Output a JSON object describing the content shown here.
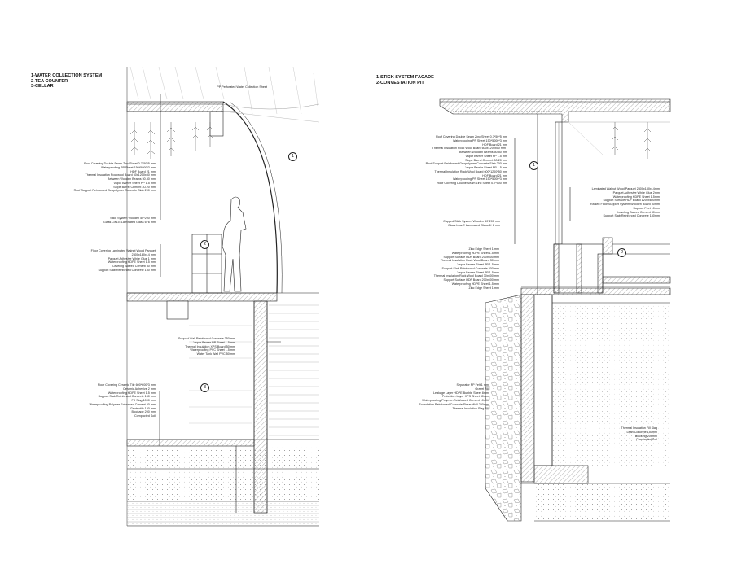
{
  "left": {
    "title": [
      "1-WATER COLLECTION SYSTEM",
      "2-TEA COUNTER",
      "3-CELLAR"
    ],
    "top_label": "PP Perforated Water Collection Sheet",
    "roof": [
      "Roof Covering Double Seam Zinc Sheet 0.7*50*5 mm",
      "Waterproofing PP Sheet 150*5000*3 mm",
      "HDF Board 21 mm",
      "Thermal Insulation Rockwool Board 60x1200x50 mm",
      "Between Wooden Beams 50.50 mm",
      "Vapor Barrier Sheet PP 1.5 mm",
      "Slope Barrel Cement 30-20 mm",
      "Roof Support Reinforced Geopolymer Concrete Slab 200 mm"
    ],
    "stick": [
      "Stick System Wooden 50*200 mm",
      "Glass Low-E Laminated Glass 6+6 mm"
    ],
    "floor": [
      "Floor Covering Laminated Walnut Wood Parquet",
      "2400x180x14 mm",
      "Parquet Adhesive White Glue 1 mm",
      "Waterproofing HDPE Sheet 1.5 mm",
      "Leveling Screed Cement 30 mm",
      "Support Slab Reinforced Concrete 150 mm"
    ],
    "wall": [
      "Support Wall Reinforced Concrete 350 mm",
      "Vapor Barrier PP Sheet 1.5 mm",
      "Thermal Insulation XPS Board 50 mm",
      "Waterproofing PVC Sheet 1.5 mm",
      "Water Tank Wall PVC 50 mm"
    ],
    "cellar": [
      "Floor Covering Ceramic Tile 600*600*3 mm",
      "Ceramic Adhesive 2 mm",
      "Waterproofing HDPE Sheet 1.5 mm",
      "Support Slab Reinforced Concrete 150 mm",
      "Fill Slag 1000 mm",
      "Waterproofing Polymer Enhanced Cement 50 mm",
      "Geotextile 150 mm",
      "Blockage 200 mm",
      "Compacted Soil"
    ],
    "markers": [
      "1",
      "2",
      "3"
    ]
  },
  "right": {
    "title": [
      "1-STICK SYSTEM FACADE",
      "2-CONVESTATION PIT"
    ],
    "roof": [
      "Roof Covering Double Seam Zinc Sheet 0.7*50*5 mm",
      "Waterproofing PP Sheet 150*5000*3 mm",
      "HDF Board 21 mm",
      "Thermal Insulation Rock Wool Board 600x1200x50 mm /",
      "Between Wooden Beams 50.50 mm",
      "Vapor Barrier Sheet PP 1.5 mm",
      "Slope Barrel Cement 30-20 mm",
      "Roof Support Reinforced Geopolymer Concrete Slab 200 mm",
      "Vapor Barrier Sheet PP 1.5 mm",
      "Thermal Insulation Rock Wool Board 600*1200*50 mm",
      "HDF Board 21 mm",
      "Waterproofing PP Sheet 150*5000*3 mm",
      "Roof Covering Double Seam Zinc Sheet 0.7*500 mm"
    ],
    "capped": [
      "Capped Stick System Wooden 50*200 mm",
      "Glass Low-E Laminated Glass 6+6 mm"
    ],
    "pit_wall": [
      "Zinc Edge Sheet 1 mm",
      "Waterproofing HDPE Sheet 1.5 mm",
      "Support Surface HDF Board 200x600 mm",
      "Thermal Insulation Rock Wool Board 30 mm",
      "Vapor Barrier Sheet PP 1.5 mm",
      "Support Slab Reinforced Concrete 200 mm",
      "Vapor Barrier Sheet PP 1.5 mm",
      "Thermal Insulation Rock Wool Board 30x600 mm",
      "Support Surface HDF Board 200x600 mm",
      "Waterproofing HDPE Sheet 1.5 mm",
      "Zinc Edge Sheet 1 mm"
    ],
    "pit_floor": [
      "Laminated Walnut Wood Parquet 2400x180x14mm",
      "Parquet Adhesive White Glue 2mm",
      "Waterproofing HDPE Sheet 1.5mm",
      "Support Surface HDF Board 1200x600mm",
      "Raised Floor Support System Wooden Board 50mm",
      "Support Feet 10mm",
      "Leveling Screed Cement 30mm",
      "Support Slab Reinforced Concrete 150mm"
    ],
    "foundation": [
      "Separator PP Felt 1 mm",
      "Gravel Fill",
      "Leakage Layer HDPE Bubble Sheet 8mm",
      "Protection Layer XPS Sheet 30mm",
      "Waterproofing Polymer-Reinforced Cement 10mm",
      "Foundation Reinforced Concrete Shear Wall 250mm",
      "Thermal Insulation Slag Fill"
    ],
    "ground": [
      "Thermal Insulation Fill Slag",
      "Lean Concrete 150mm",
      "Blocking 200mm",
      "Compacted Soil"
    ],
    "markers": [
      "1",
      "2"
    ]
  }
}
